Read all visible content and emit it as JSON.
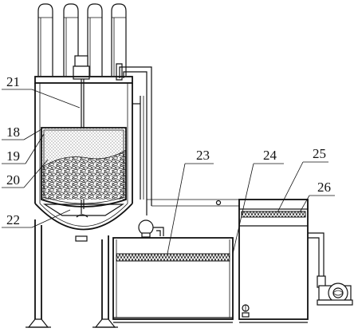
{
  "figure": {
    "labels": [
      {
        "id": "21",
        "text": "21"
      },
      {
        "id": "18",
        "text": "18"
      },
      {
        "id": "19",
        "text": "19"
      },
      {
        "id": "20",
        "text": "20"
      },
      {
        "id": "22",
        "text": "22"
      },
      {
        "id": "23",
        "text": "23"
      },
      {
        "id": "24",
        "text": "24"
      },
      {
        "id": "25",
        "text": "25"
      },
      {
        "id": "26",
        "text": "26"
      }
    ]
  }
}
